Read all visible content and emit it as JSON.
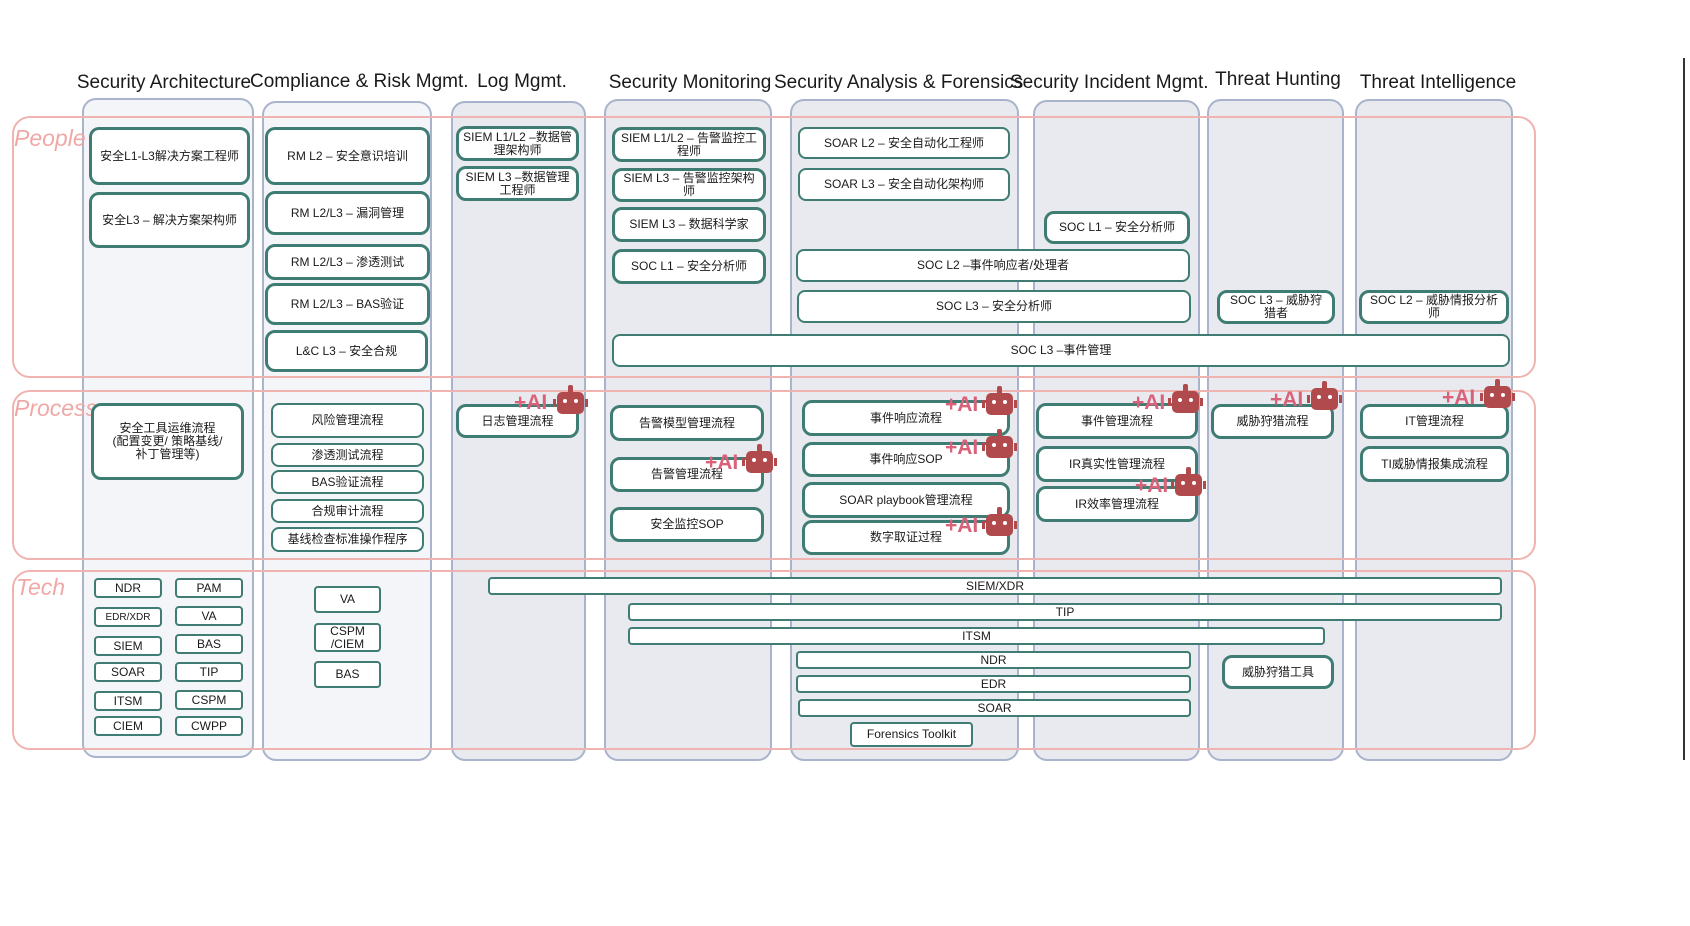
{
  "columns": [
    "Security Architecture",
    "Compliance & Risk Mgmt.",
    "Log Mgmt.",
    "Security Monitoring",
    "Security Analysis & Forensics",
    "Security Incident Mgmt.",
    "Threat Hunting",
    "Threat Intelligence"
  ],
  "bands": {
    "people": "People",
    "process": "Process",
    "tech": "Tech"
  },
  "ai_tag": "+AI",
  "people": {
    "sa": [
      "安全L1-L3解决方案工程师",
      "安全L3 – 解决方案架构师"
    ],
    "crm": [
      "RM L2 – 安全意识培训",
      "RM L2/L3 – 漏洞管理",
      "RM L2/L3 – 渗透测试",
      "RM L2/L3 – BAS验证",
      "L&C L3 – 安全合规"
    ],
    "log": [
      "SIEM L1/L2 –数据管理架构师",
      "SIEM L3 –数据管理工程师"
    ],
    "mon": [
      "SIEM L1/L2 – 告警监控工程师",
      "SIEM L3 – 告警监控架构师",
      "SIEM L3 – 数据科学家",
      "SOC L1 – 安全分析师"
    ],
    "ana": [
      "SOAR L2 – 安全自动化工程师",
      "SOAR L3 – 安全自动化架构师"
    ],
    "inc": [
      "SOC L1 – 安全分析师"
    ],
    "span_l2": "SOC L2 –事件响应者/处理者",
    "span_l3": "SOC L3 – 安全分析师",
    "hunt": [
      "SOC L3 – 威胁狩猎者"
    ],
    "ti": [
      "SOC L2 – 威胁情报分析师"
    ],
    "span_event": "SOC L3 –事件管理"
  },
  "process": {
    "sa": [
      "安全工具运维流程\n(配置变更/ 策略基线/\n补丁管理等)"
    ],
    "crm": [
      "风险管理流程",
      "渗透测试流程",
      "BAS验证流程",
      "合规审计流程",
      "基线检查标准操作程序"
    ],
    "log": [
      "日志管理流程"
    ],
    "mon": [
      "告警模型管理流程",
      "告警管理流程",
      "安全监控SOP"
    ],
    "ana": [
      "事件响应流程",
      "事件响应SOP",
      "SOAR playbook管理流程",
      "数字取证过程"
    ],
    "inc": [
      "事件管理流程",
      "IR真实性管理流程",
      "IR效率管理流程"
    ],
    "hunt": [
      "威胁狩猎流程"
    ],
    "ti": [
      "IT管理流程",
      "TI威胁情报集成流程"
    ]
  },
  "tech": {
    "sa_left": [
      "NDR",
      "EDR/XDR",
      "SIEM",
      "SOAR",
      "ITSM",
      "CIEM"
    ],
    "sa_right": [
      "PAM",
      "VA",
      "BAS",
      "TIP",
      "CSPM",
      "CWPP"
    ],
    "crm": [
      "VA",
      "CSPM\n/CIEM",
      "BAS"
    ],
    "spans": [
      "SIEM/XDR",
      "TIP",
      "ITSM",
      "NDR",
      "EDR",
      "SOAR",
      "Forensics Toolkit"
    ],
    "hunt": [
      "威胁狩猎工具"
    ]
  },
  "colors": {
    "box_border": "#3f7d74",
    "column_bg": "#e8eaef",
    "band_border": "#efb3b0",
    "band_label": "#f0a8a6",
    "ai_text": "#d9627a",
    "robot": "#b04a4c"
  }
}
